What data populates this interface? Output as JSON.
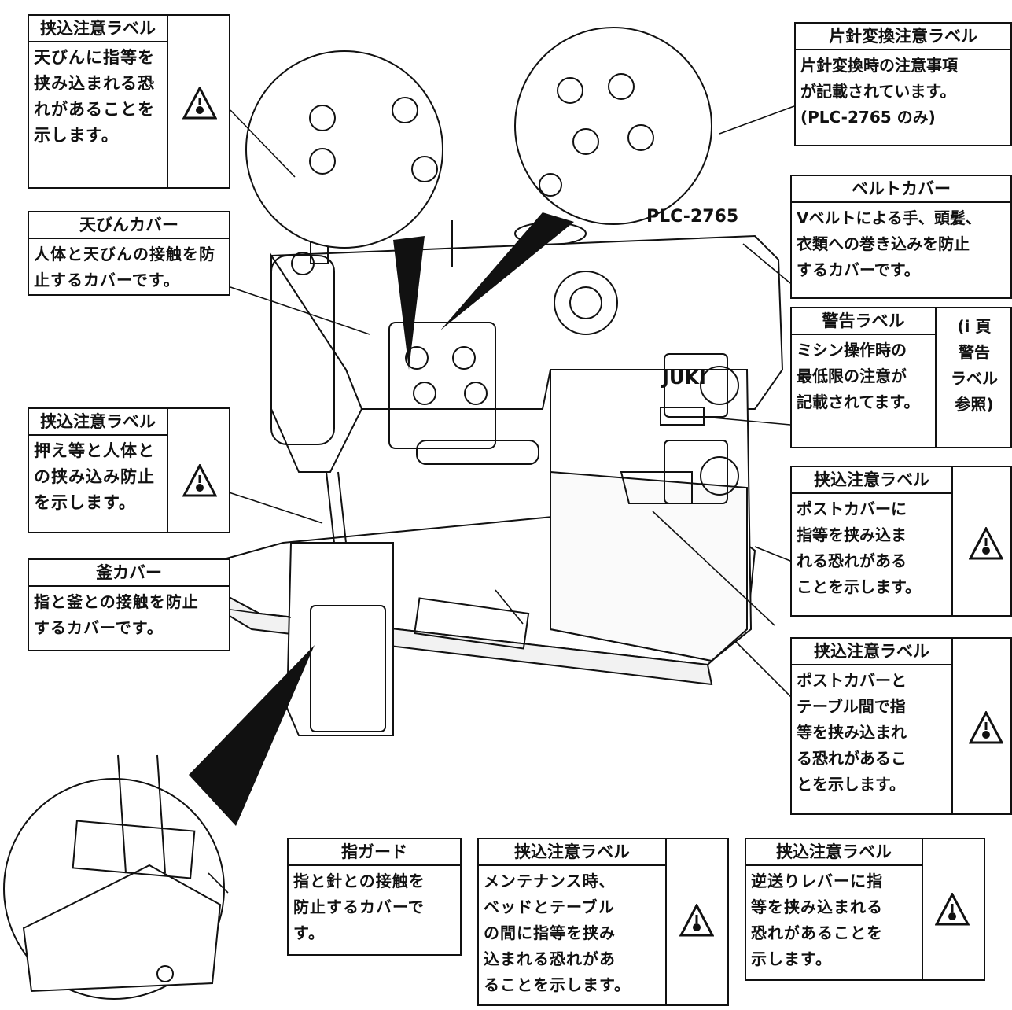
{
  "model_label": "PLC-2765",
  "brand": "JUKI",
  "warning_icon": "pinch-warning-triangle-icon",
  "labels": {
    "tl_pinch": {
      "title": "挟込注意ラベル",
      "body": "天びんに指等を\n挟み込まれる恐\nれがあることを\n示します。"
    },
    "take_up_cover": {
      "title": "天びんカバー",
      "body": "人体と天びんの接触を防\n止するカバーです。"
    },
    "ml_pinch": {
      "title": "挟込注意ラベル",
      "body": "押え等と人体と\nの挟み込み防止\nを示します。"
    },
    "hook_cover": {
      "title": "釜カバー",
      "body": "指と釜との接触を防止\nするカバーです。"
    },
    "finger_guard": {
      "title": "指ガード",
      "body": "指と針との接触を\n防止するカバーで\nす。"
    },
    "bed_pinch": {
      "title": "挟込注意ラベル",
      "body": "メンテナンス時、\nベッドとテーブル\nの間に指等を挟み\n込まれる恐れがあ\nることを示します。"
    },
    "reverse_pinch": {
      "title": "挟込注意ラベル",
      "body": "逆送りレバーに指\n等を挟み込まれる\n恐れがあることを\n示します。"
    },
    "needle_change": {
      "title": "片針変換注意ラベル",
      "body": "片針変換時の注意事項\nが記載されています。\n(PLC-2765 のみ)"
    },
    "belt_cover": {
      "title": "ベルトカバー",
      "body": "Vベルトによる手、頭髪、\n衣類への巻き込みを防止\nするカバーです。"
    },
    "warning_label": {
      "title": "警告ラベル",
      "body": "ミシン操作時の\n最低限の注意が\n記載されてます。",
      "ref": "(i 頁\n警告\nラベル\n参照)"
    },
    "post_cover_pinch": {
      "title": "挟込注意ラベル",
      "body": "ポストカバーに\n指等を挟み込ま\nれる恐れがある\nことを示します。"
    },
    "post_table_pinch": {
      "title": "挟込注意ラベル",
      "body": "ポストカバーと\nテーブル間で指\n等を挟み込まれ\nる恐れがあるこ\nとを示します。"
    }
  }
}
